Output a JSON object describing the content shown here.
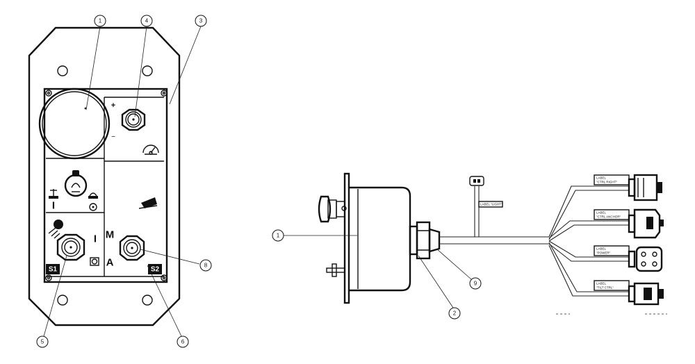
{
  "panel": {
    "letter_i_upper": "I",
    "letter_i_lower": "I",
    "letter_m": "M",
    "letter_a": "A",
    "plus_sign": "+",
    "minus_sign": "−",
    "switch_s1": "S1",
    "switch_s2": "S2"
  },
  "callouts_front": [
    {
      "id": "front-1",
      "label": "1"
    },
    {
      "id": "front-4",
      "label": "4"
    },
    {
      "id": "front-3",
      "label": "3"
    },
    {
      "id": "front-8",
      "label": "8"
    },
    {
      "id": "front-5",
      "label": "5"
    },
    {
      "id": "front-6",
      "label": "6"
    }
  ],
  "callouts_side": [
    {
      "id": "side-1",
      "label": "1"
    },
    {
      "id": "side-2",
      "label": "2"
    },
    {
      "id": "side-9",
      "label": "9"
    }
  ],
  "wire_tags": [
    {
      "id": "tag-top",
      "line1": "LABEL \"LIGHT\""
    },
    {
      "id": "tag-1",
      "line1": "LABEL",
      "line2": "\"CTRL RIGHT\""
    },
    {
      "id": "tag-2",
      "line1": "LABEL",
      "line2": "\"CTRL ANCHOR\""
    },
    {
      "id": "tag-3",
      "line1": "LABEL",
      "line2": "\"POWER\""
    },
    {
      "id": "tag-4",
      "line1": "LABEL",
      "line2": "\"TILT CTRL\""
    }
  ],
  "colors": {
    "line": "#111111",
    "background": "#ffffff",
    "badge": "#111111"
  }
}
